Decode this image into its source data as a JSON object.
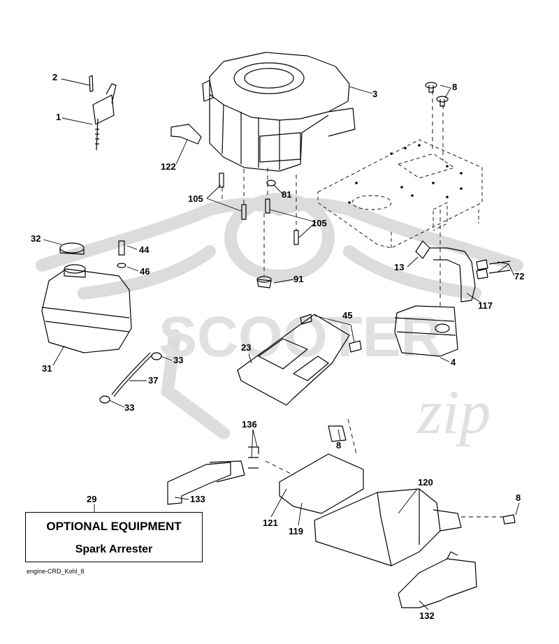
{
  "labels": [
    {
      "id": "p2",
      "text": "2"
    },
    {
      "id": "p1",
      "text": "1"
    },
    {
      "id": "p3",
      "text": "3"
    },
    {
      "id": "p8a",
      "text": "8"
    },
    {
      "id": "p122",
      "text": "122"
    },
    {
      "id": "p81",
      "text": "81"
    },
    {
      "id": "p105a",
      "text": "105"
    },
    {
      "id": "p105b",
      "text": "105"
    },
    {
      "id": "p32",
      "text": "32"
    },
    {
      "id": "p44",
      "text": "44"
    },
    {
      "id": "p46",
      "text": "46"
    },
    {
      "id": "p91",
      "text": "91"
    },
    {
      "id": "p13",
      "text": "13"
    },
    {
      "id": "p72",
      "text": "72"
    },
    {
      "id": "p117",
      "text": "117"
    },
    {
      "id": "p45",
      "text": "45"
    },
    {
      "id": "p23",
      "text": "23"
    },
    {
      "id": "p31",
      "text": "31"
    },
    {
      "id": "p33a",
      "text": "33"
    },
    {
      "id": "p37",
      "text": "37"
    },
    {
      "id": "p33b",
      "text": "33"
    },
    {
      "id": "p4",
      "text": "4"
    },
    {
      "id": "p136",
      "text": "136"
    },
    {
      "id": "p8b",
      "text": "8"
    },
    {
      "id": "p120",
      "text": "120"
    },
    {
      "id": "p29",
      "text": "29"
    },
    {
      "id": "p133",
      "text": "133"
    },
    {
      "id": "p8c",
      "text": "8"
    },
    {
      "id": "p121",
      "text": "121"
    },
    {
      "id": "p119",
      "text": "119"
    },
    {
      "id": "p132",
      "text": "132"
    }
  ],
  "optional_box": {
    "title": "OPTIONAL EQUIPMENT",
    "subtitle": "Spark Arrester"
  },
  "footer_code": "engine-CRD_Kohl_8",
  "watermark": {
    "text_a": "SCOOTER",
    "text_b": "zip"
  },
  "colors": {
    "line": "#000000",
    "watermark": "#d9d9d9",
    "background": "#ffffff"
  }
}
